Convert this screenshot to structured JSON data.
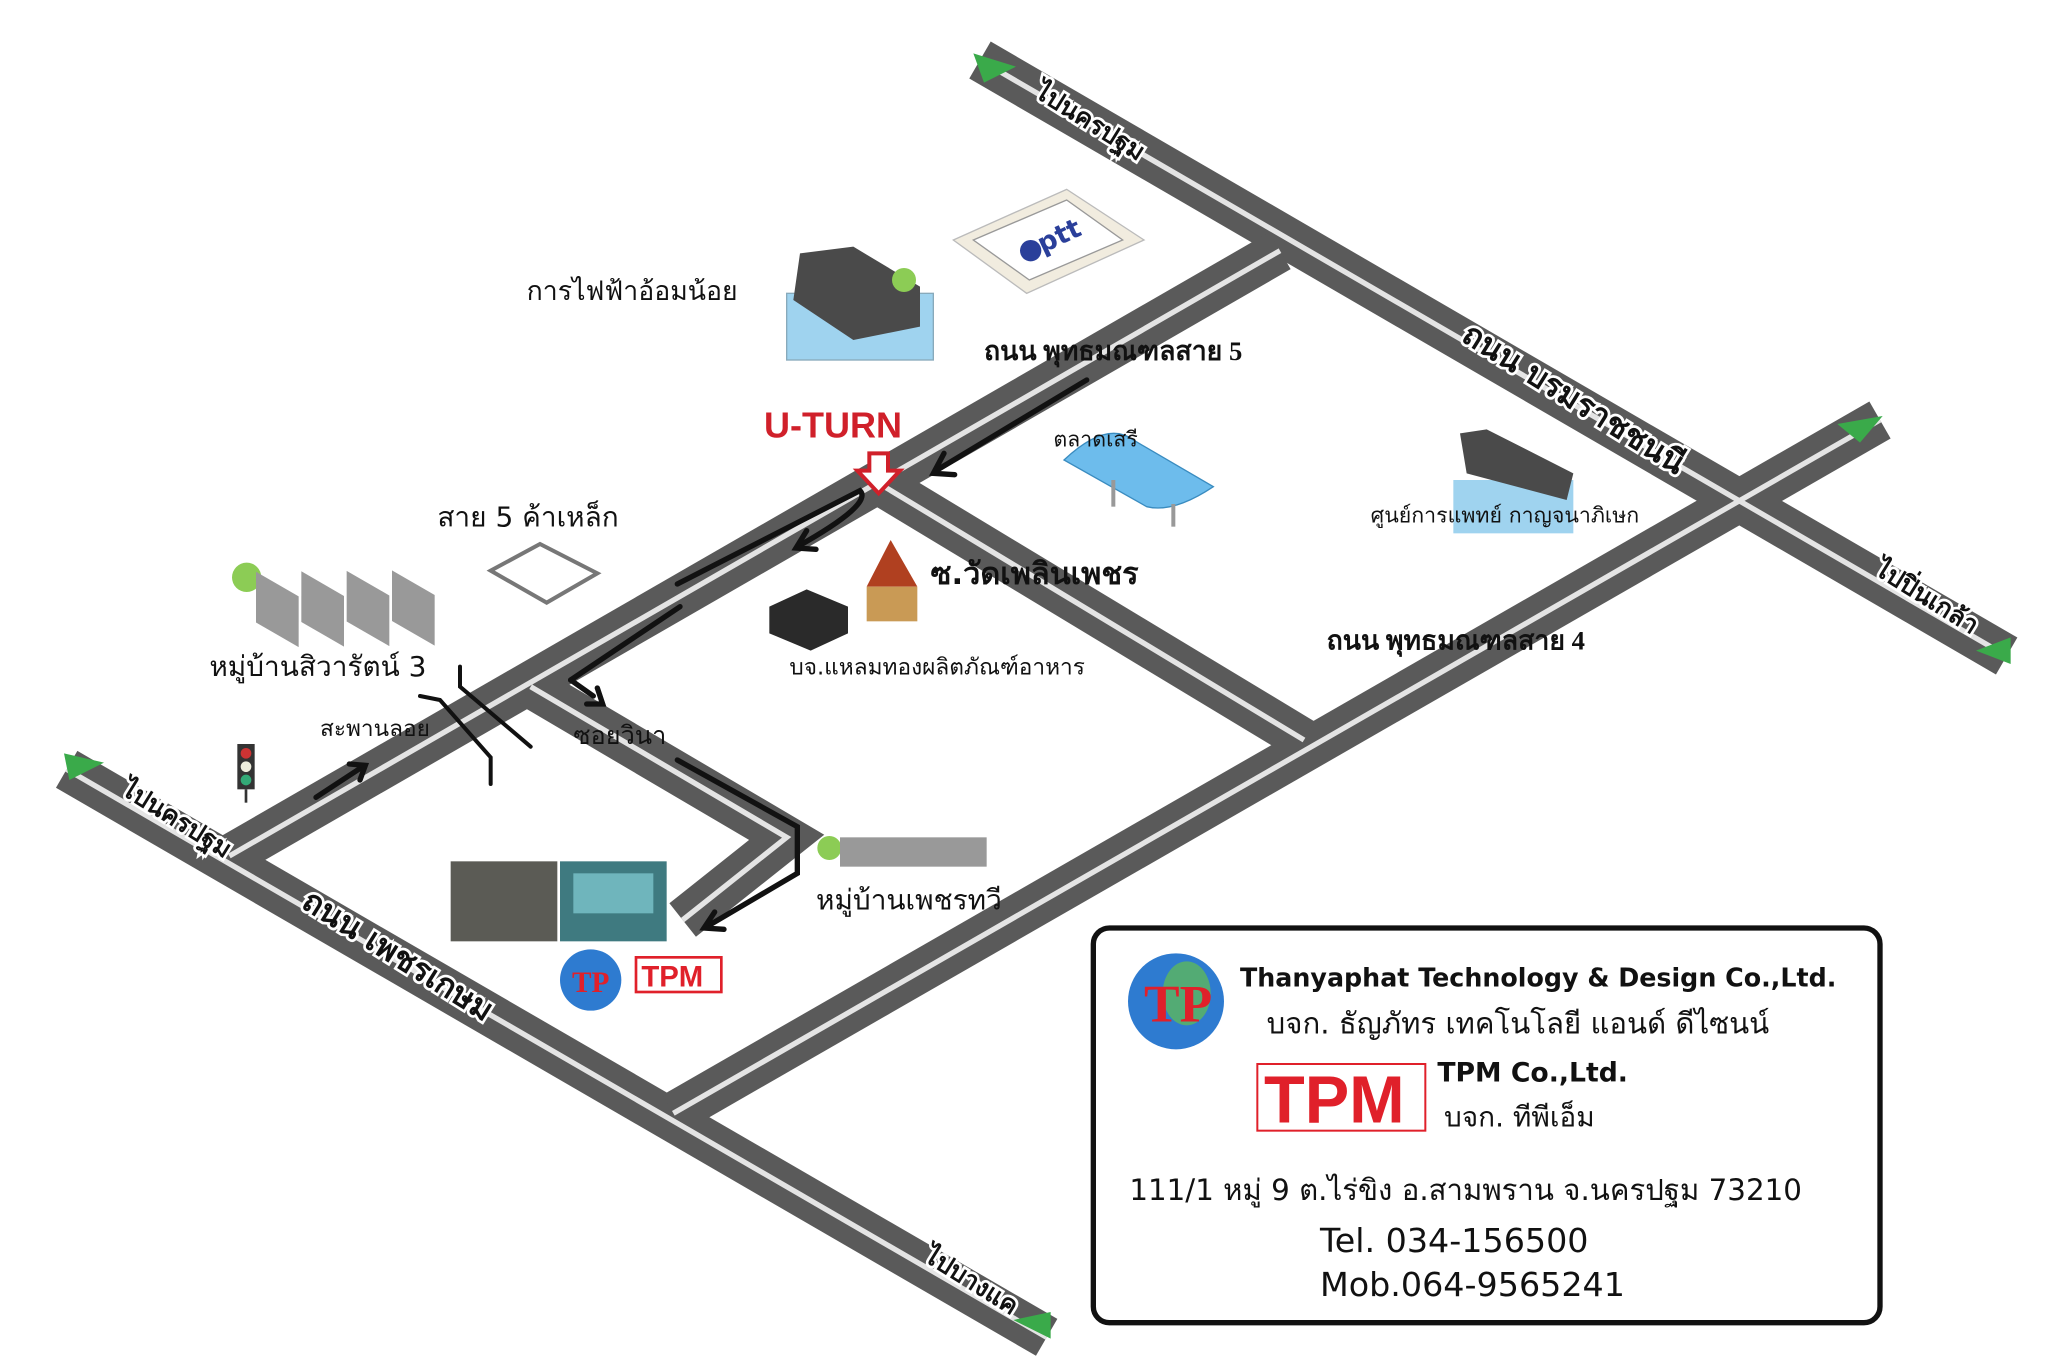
{
  "roads": {
    "to_nakhon_pathom_top": "ไปนครปฐม",
    "borommaratchachonnani": "ถนน บรมราชชนนี",
    "to_pin_klao": "ไปปิ่นเกล้า",
    "phutthamonthon_5": "ถนน พุทธมณฑลสาย 5",
    "phutthamonthon_4": "ถนน พุทธมณฑลสาย 4",
    "to_nakhon_pathom_left": "ไปนครปฐม",
    "phetkasem": "ถนน เพชรเกษม",
    "to_bang_khae": "ไปบางแค",
    "soi_wina": "ซอยวินา",
    "soi_wat": "ซ.วัดเพลินเพชร"
  },
  "landmarks": {
    "pea": "การไฟฟ้าอ้อมน้อย",
    "ptt": "ptt",
    "u_turn": "U-TURN",
    "market": "ตลาดเสรี",
    "medical": "ศูนย์การแพทย์ กาญจนาภิเษก",
    "steel": "สาย 5 ค้าเหล็ก",
    "village_siwarat": "หมู่บ้านสิวารัตน์ 3",
    "food_company": "บจ.แหลมทองผลิตภัณฑ์อาหาร",
    "flyover": "สะพานลอย",
    "village_phet": "หมู่บ้านเพชรทวี",
    "tpm_small": "TPM",
    "tp_logo": "TP"
  },
  "info": {
    "company_en": "Thanyaphat Technology & Design Co.,Ltd.",
    "company_th": "บจก. ธัญภัทร เทคโนโลยี แอนด์ ดีไซนน์",
    "tpm_logo": "TPM",
    "tpm_en": "TPM Co.,Ltd.",
    "tpm_th": "บจก. ทีพีเอ็ม",
    "address": "111/1 หมู่ 9 ต.ไร่ขิง อ.สามพราน จ.นครปฐม 73210",
    "tel": "Tel. 034-156500",
    "mob": "Mob.064-9565241"
  },
  "colors": {
    "road": "#5a5a5a",
    "accent_red": "#e0202a",
    "arrow_green": "#3aaa4a"
  }
}
